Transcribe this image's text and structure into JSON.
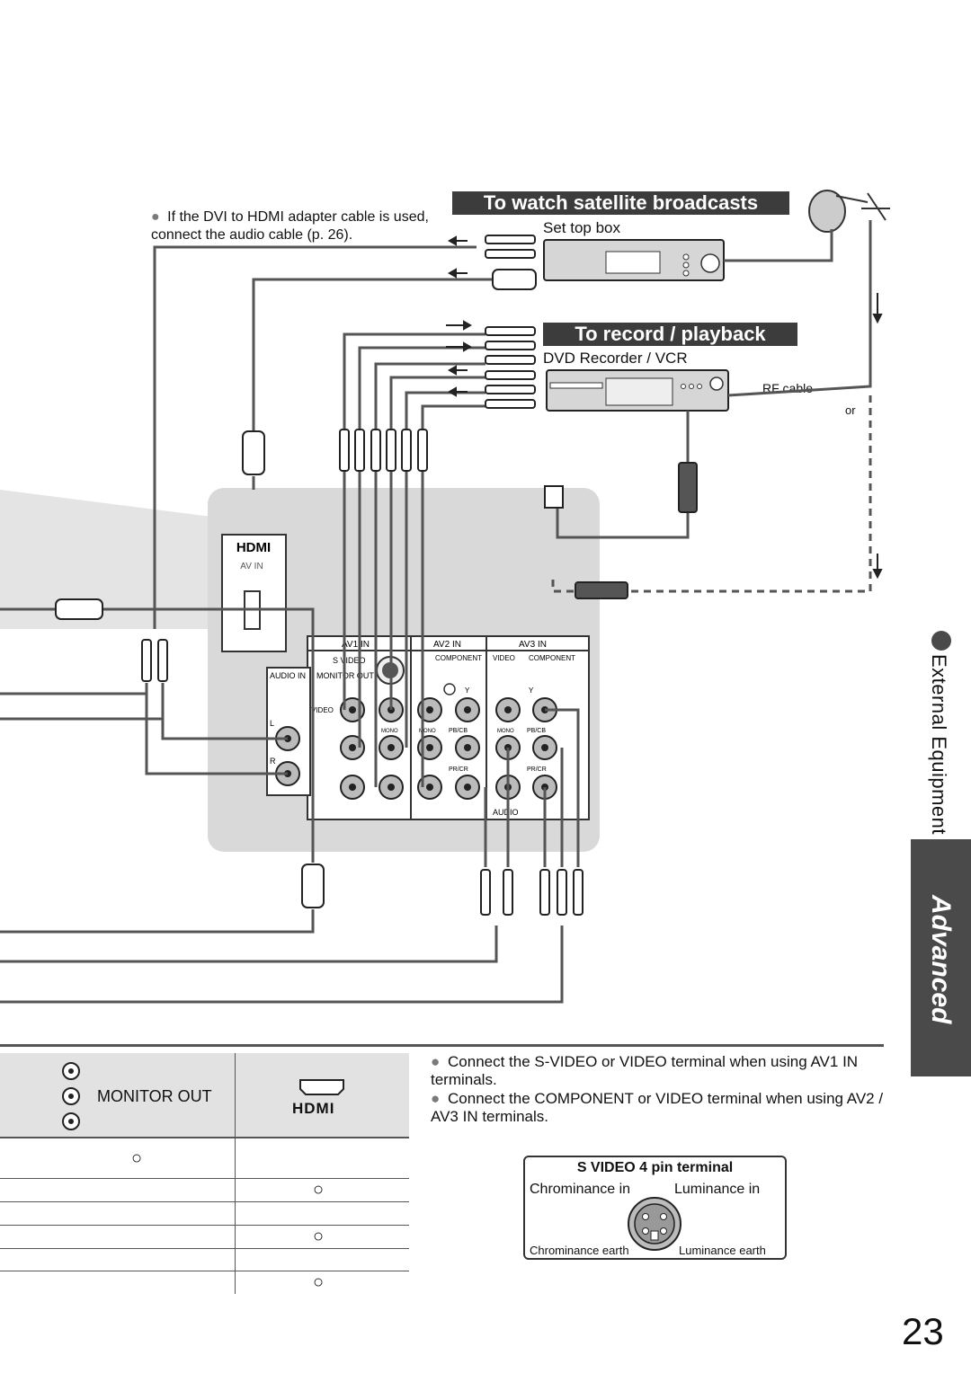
{
  "notes": {
    "dvi_note": "If the DVI to HDMI adapter cable is used, connect the audio cable (p. 26)."
  },
  "sections": {
    "satellite_title": "To watch satellite broadcasts",
    "record_title": "To record / playback"
  },
  "devices": {
    "set_top_box": "Set top box",
    "dvd_recorder": "DVD Recorder / VCR",
    "rf_cable": "RF cable",
    "or_label": "or"
  },
  "panel": {
    "hdmi_logo": "HDMI",
    "av_in": "AV IN",
    "av1_in": "AV1  IN",
    "av2_in": "AV2  IN",
    "av3_in": "AV3  IN",
    "s_video": "S VIDEO",
    "audio_in": "AUDIO IN",
    "monitor_out": "MONITOR OUT",
    "component": "COMPONENT",
    "video": "VIDEO",
    "y": "Y",
    "pb_cb": "PB/CB",
    "pr_cr": "PR/CR",
    "mono": "MONO",
    "audio": "AUDIO",
    "l": "L",
    "r": "R"
  },
  "side_tab": {
    "section": "External Equipment",
    "advanced": "Advanced"
  },
  "table": {
    "monitor_out_label": "MONITOR OUT",
    "hdmi_logo": "HDMI",
    "marks": [
      "○",
      "○",
      "○",
      "○"
    ]
  },
  "instructions": [
    "Connect the S-VIDEO or VIDEO terminal when using AV1 IN terminals.",
    "Connect the COMPONENT or VIDEO terminal when using AV2 / AV3 IN terminals."
  ],
  "svideo_box": {
    "title": "S VIDEO 4 pin terminal",
    "chroma_in": "Chrominance in",
    "luma_in": "Luminance in",
    "chroma_earth": "Chrominance earth",
    "luma_earth": "Luminance earth"
  },
  "page_number": "23"
}
